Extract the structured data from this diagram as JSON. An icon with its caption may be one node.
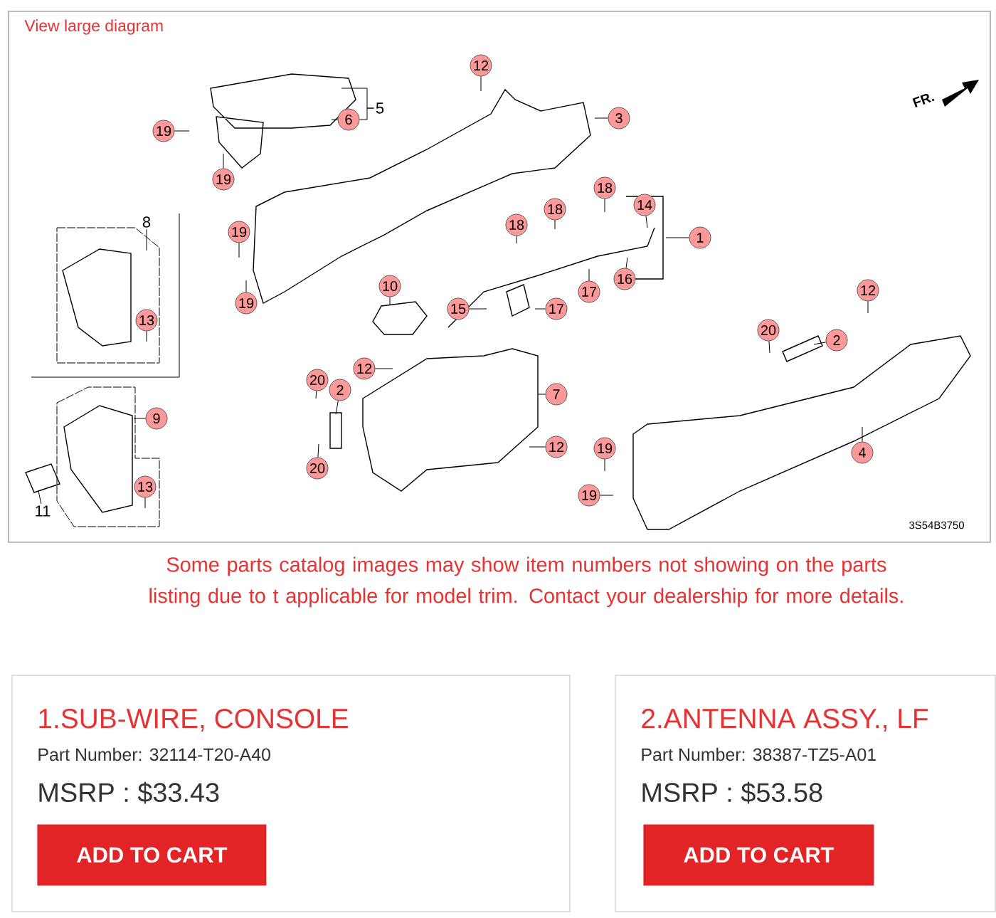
{
  "diagram": {
    "nodes": [
      {
        "text": [
          "12"
        ]
      },
      {
        "text": [
          "5"
        ]
      },
      {
        "text": [
          "3"
        ]
      },
      {
        "text": [
          "6"
        ]
      },
      {
        "text": [
          "19"
        ]
      },
      {
        "text": [
          "19"
        ]
      },
      {
        "text": [
          "18"
        ]
      },
      {
        "text": [
          "14"
        ]
      },
      {
        "text": [
          "18"
        ]
      },
      {
        "text": [
          "8"
        ]
      },
      {
        "text": [
          "18"
        ]
      },
      {
        "text": [
          "19"
        ]
      },
      {
        "text": [
          "1"
        ]
      },
      {
        "text": [
          "16"
        ]
      },
      {
        "text": [
          "10"
        ]
      },
      {
        "text": [
          "12"
        ]
      },
      {
        "text": [
          "17"
        ]
      },
      {
        "text": [
          "19"
        ]
      },
      {
        "text": [
          "15"
        ]
      },
      {
        "text": [
          "17"
        ]
      },
      {
        "text": [
          "13"
        ]
      },
      {
        "text": [
          "20"
        ]
      },
      {
        "text": [
          "2"
        ]
      },
      {
        "text": [
          "12"
        ]
      },
      {
        "text": [
          "20"
        ]
      },
      {
        "text": [
          "2"
        ]
      },
      {
        "text": [
          "7"
        ]
      },
      {
        "text": [
          "9"
        ]
      },
      {
        "text": [
          "12"
        ]
      },
      {
        "text": [
          "19"
        ]
      },
      {
        "text": [
          "4"
        ]
      },
      {
        "text": [
          "20"
        ]
      },
      {
        "text": [
          "13"
        ]
      },
      {
        "text": [
          "19"
        ]
      },
      {
        "text": [
          "11"
        ]
      },
      {
        "text": [
          "1.SUB-WIRE, CONSOLE",
          "Part Number: 32114-T20-A40",
          "MSRP : $33.43"
        ]
      },
      {
        "text": [
          "ADD TO CART"
        ],
        "in": 35
      },
      {
        "text": [
          "2.ANTENNA ASSY., LF",
          "Part Number: 38387-TZ5-A01",
          "MSRP : $53.58"
        ]
      },
      {
        "text": [
          "ADD TO CART"
        ],
        "in": 37
      }
    ],
    "edges": [
      {
        "from": 0,
        "to": null,
        "arrow": "none"
      },
      {
        "from": 1,
        "to": null,
        "arrow": "none"
      },
      {
        "from": 2,
        "to": null,
        "arrow": "none"
      },
      {
        "from": 3,
        "to": null,
        "arrow": "none"
      },
      {
        "from": 4,
        "to": null,
        "arrow": "none"
      },
      {
        "from": 5,
        "to": null,
        "arrow": "none"
      },
      {
        "from": 6,
        "to": null,
        "arrow": "none"
      },
      {
        "from": 7,
        "to": null,
        "arrow": "none"
      },
      {
        "from": 8,
        "to": null,
        "arrow": "none"
      },
      {
        "from": 9,
        "to": null,
        "arrow": "none"
      },
      {
        "from": 10,
        "to": null,
        "arrow": "none"
      },
      {
        "from": 11,
        "to": null,
        "arrow": "none"
      },
      {
        "from": 12,
        "to": null,
        "arrow": "none"
      },
      {
        "from": 13,
        "to": null,
        "arrow": "none"
      },
      {
        "from": 14,
        "to": null,
        "arrow": "none"
      },
      {
        "from": 15,
        "to": null,
        "arrow": "none"
      },
      {
        "from": 16,
        "to": null,
        "arrow": "none"
      },
      {
        "from": 17,
        "to": null,
        "arrow": "none"
      },
      {
        "from": 18,
        "to": null,
        "arrow": "none"
      },
      {
        "from": 19,
        "to": null,
        "arrow": "none"
      },
      {
        "from": 20,
        "to": null,
        "arrow": "none"
      },
      {
        "from": 21,
        "to": null,
        "arrow": "none"
      },
      {
        "from": 22,
        "to": null,
        "arrow": "none"
      },
      {
        "from": 23,
        "to": null,
        "arrow": "none"
      },
      {
        "from": 24,
        "to": null,
        "arrow": "none"
      },
      {
        "from": 25,
        "to": null,
        "arrow": "none"
      },
      {
        "from": 26,
        "to": null,
        "arrow": "none"
      },
      {
        "from": 27,
        "to": null,
        "arrow": "none"
      },
      {
        "from": 28,
        "to": null,
        "arrow": "none"
      },
      {
        "from": 29,
        "to": null,
        "arrow": "none"
      },
      {
        "from": 30,
        "to": null,
        "arrow": "none"
      },
      {
        "from": 31,
        "to": null,
        "arrow": "none"
      },
      {
        "from": 32,
        "to": null,
        "arrow": "none"
      },
      {
        "from": 33,
        "to": null,
        "arrow": "none"
      },
      {
        "from": 34,
        "to": null,
        "arrow": "none"
      },
      {
        "from": 1,
        "to": 3,
        "arrow": "none"
      }
    ],
    "labels": [
      "View large diagram",
      "FR.",
      "3S54B3750",
      "Some parts catalog images may show item numbers not showing on the parts listing due to t applicable for model trim. Contact your dealership for more details."
    ]
  }
}
